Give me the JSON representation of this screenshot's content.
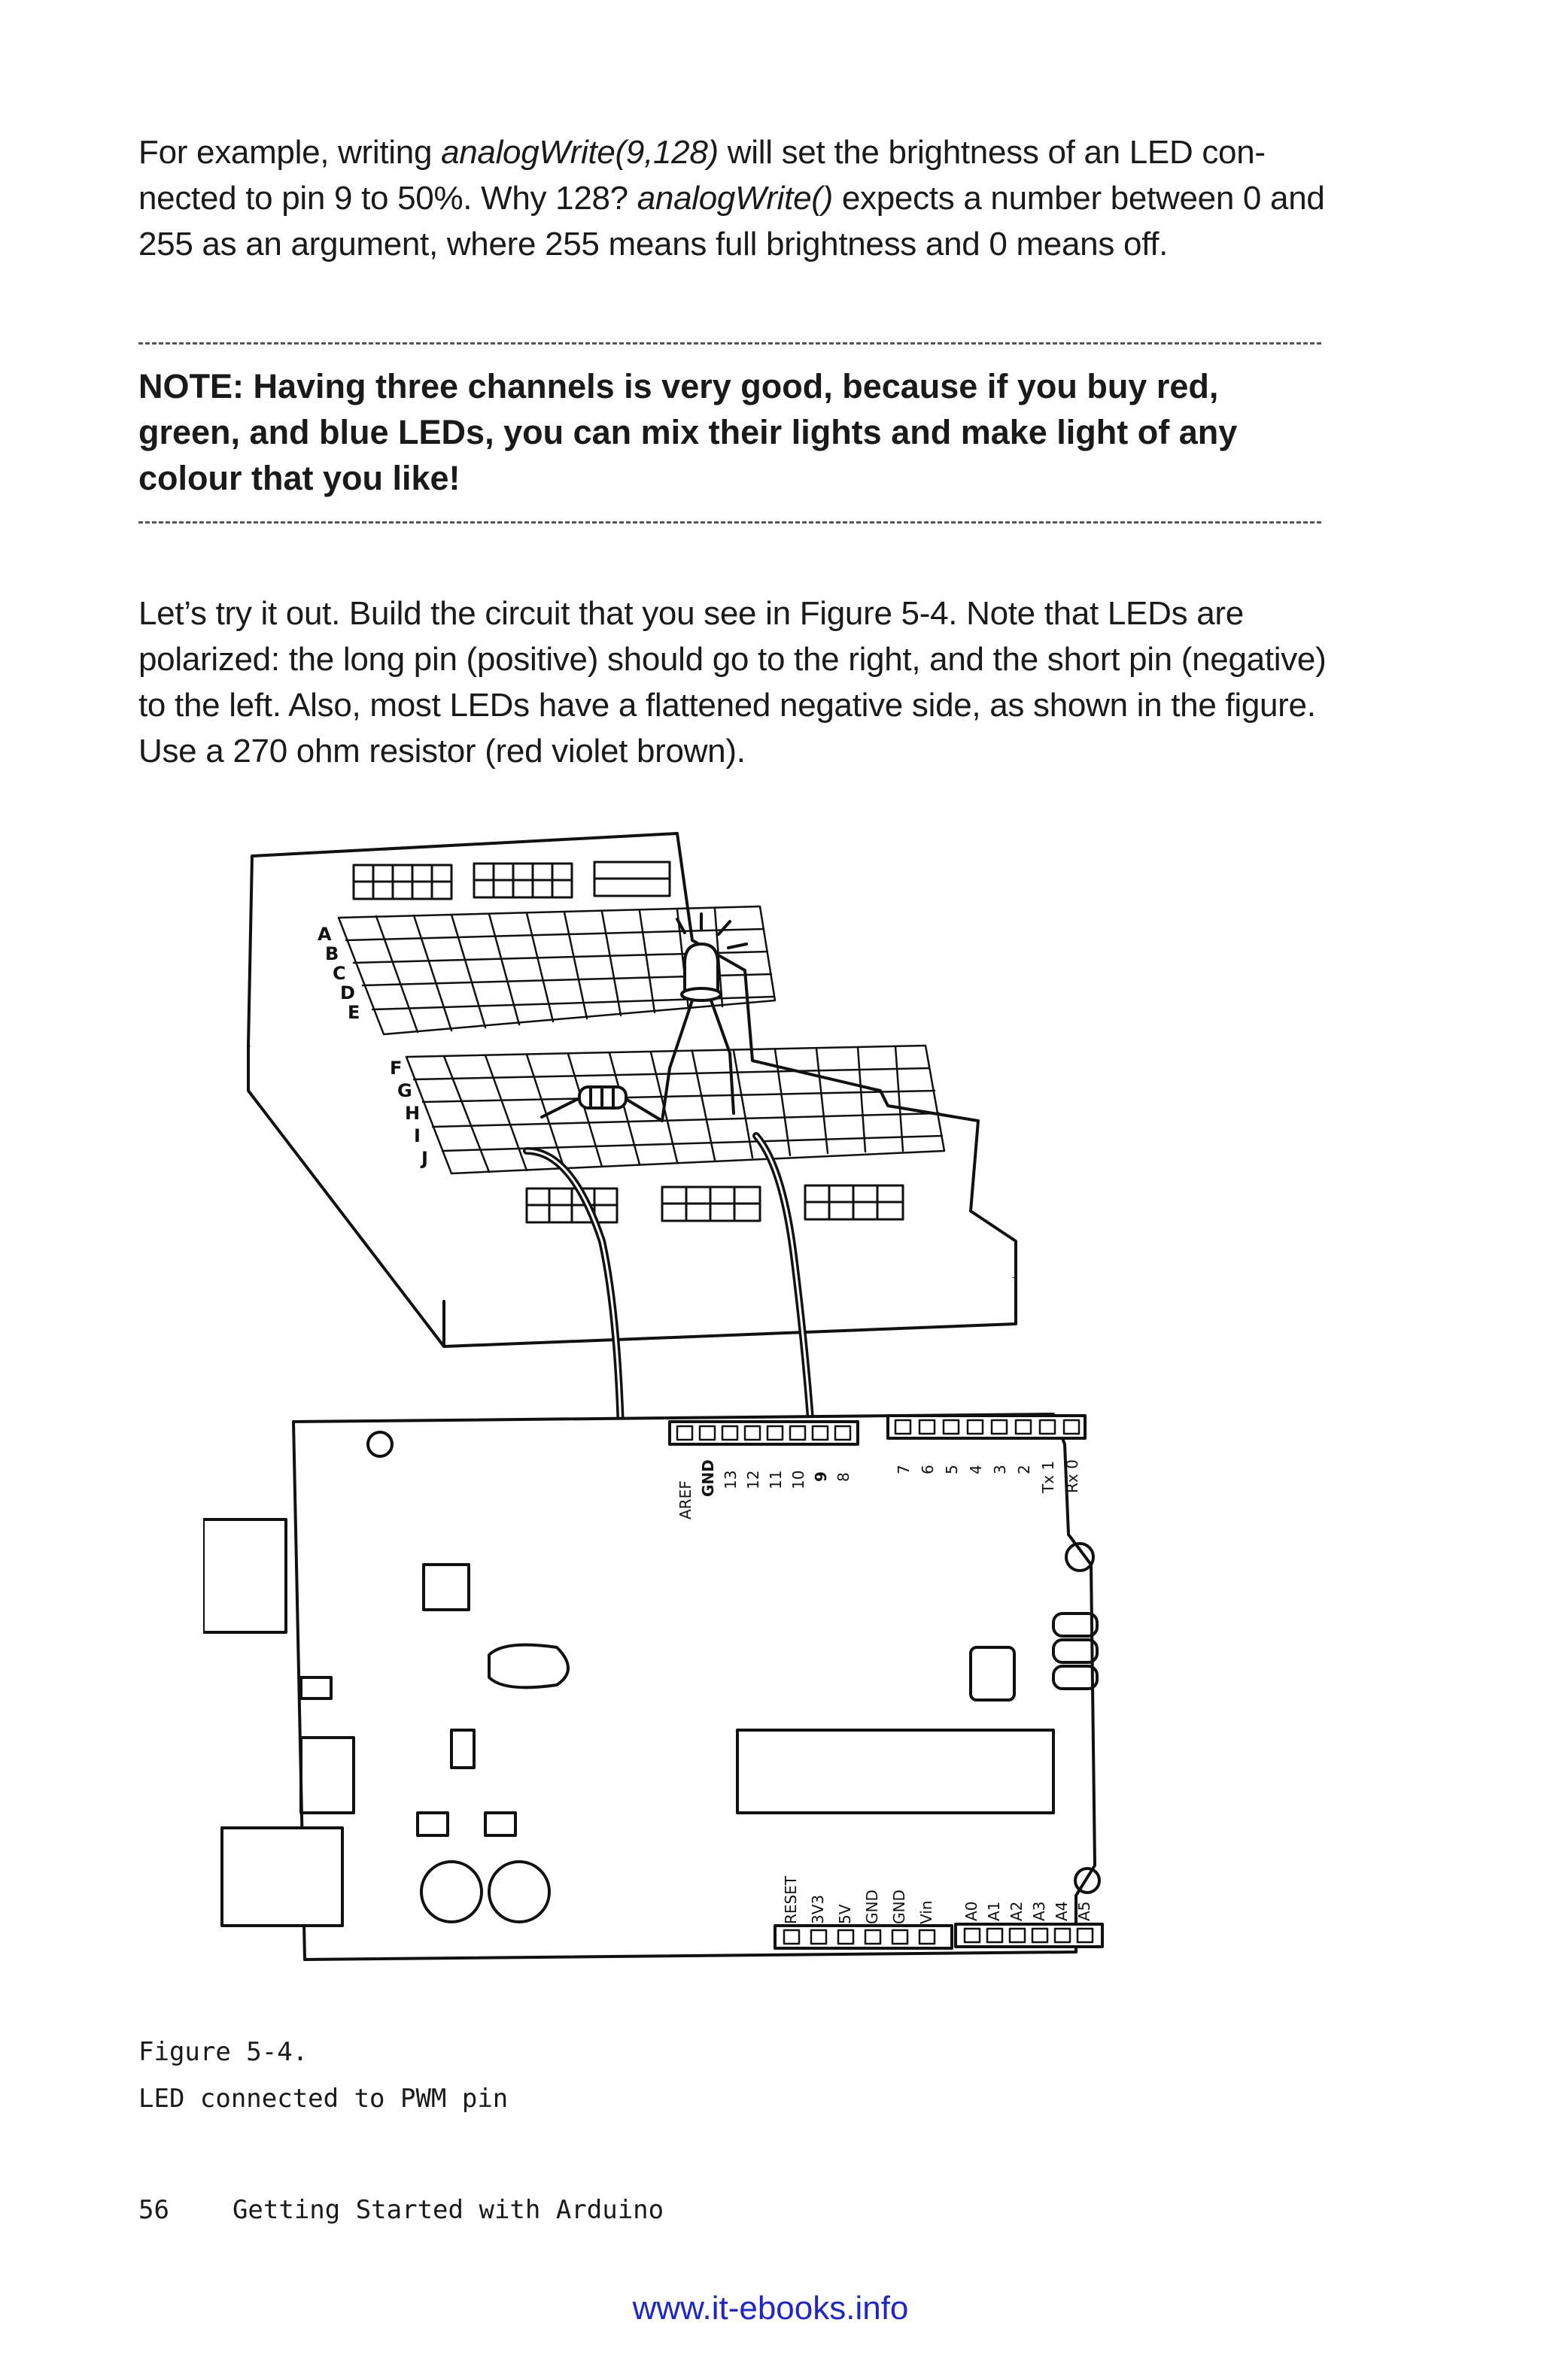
{
  "body": {
    "p1": {
      "t1": "For example, writing ",
      "code1": "analogWrite(9,128)",
      "t2": " will set the brightness of an LED con-nected to pin 9 to 50%. Why 128? ",
      "code2": "analogWrite()",
      "t3": " expects a number between 0 and 255 as an argument, where 255 means full brightness and 0 means off."
    },
    "note": "NOTE: Having three channels is very good, because if you buy red, green, and blue LEDs, you can mix their lights and make light of any colour that you like!",
    "p2": "Let’s try it out. Build the circuit that you see in Figure 5-4. Note that LEDs are polarized: the long pin (positive) should go to the right, and the short pin (negative) to the left. Also, most LEDs have a flattened negative side, as shown in the figure. Use a 270 ohm resistor (red violet brown)."
  },
  "figure": {
    "breadboard_rows_top": [
      "A",
      "B",
      "C",
      "D",
      "E"
    ],
    "breadboard_rows_bottom": [
      "F",
      "G",
      "H",
      "I",
      "J"
    ],
    "digital_pins_left": [
      "AREF",
      "GND",
      "13",
      "12",
      "11",
      "10",
      "9",
      "8"
    ],
    "digital_pins_right": [
      "7",
      "6",
      "5",
      "4",
      "3",
      "2",
      "Tx 1",
      "Rx 0"
    ],
    "power_pins": [
      "RESET",
      "3V3",
      "5V",
      "GND",
      "GND",
      "Vin"
    ],
    "analog_pins": [
      "A0",
      "A1",
      "A2",
      "A3",
      "A4",
      "A5"
    ],
    "caption_number": "Figure 5-4.",
    "caption_text": "LED connected to PWM pin"
  },
  "footer": {
    "page_number": "56",
    "book_title": "Getting Started with Arduino"
  },
  "watermark": "www.it-ebooks.info"
}
